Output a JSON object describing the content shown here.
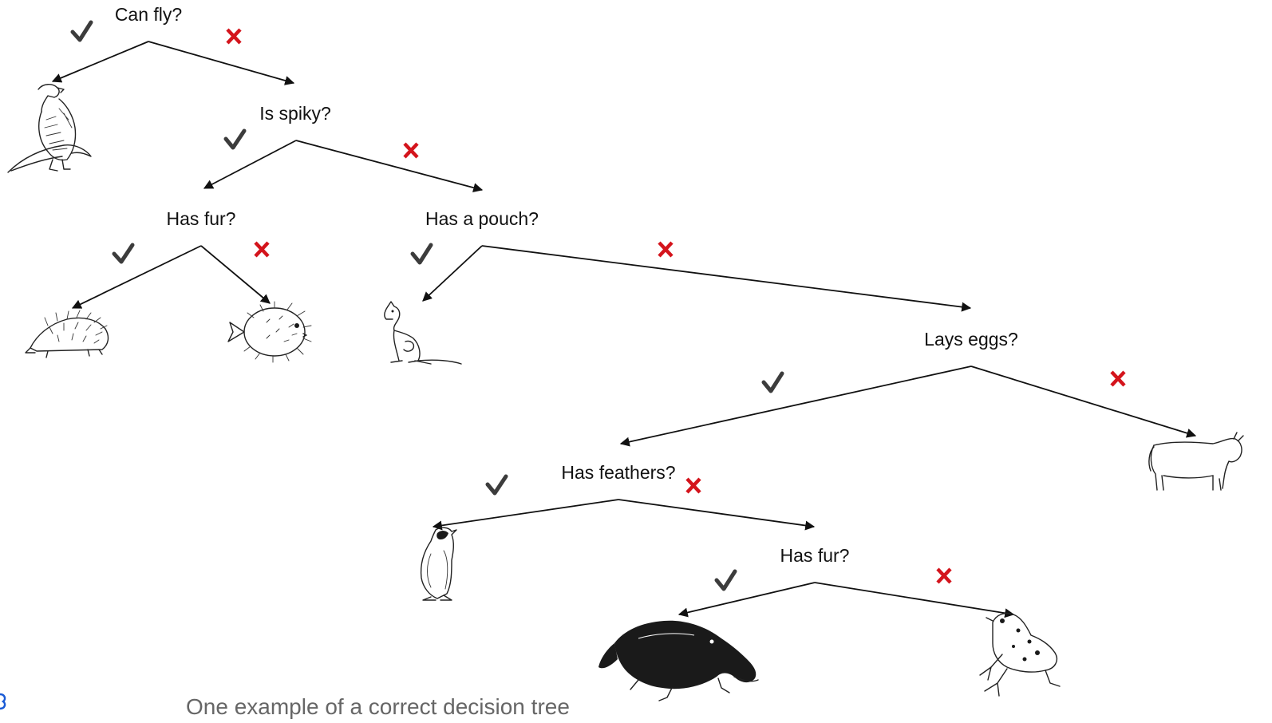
{
  "questions": {
    "root": "Can fly?",
    "spiky": "Is spiky?",
    "fur_spiky": "Has fur?",
    "pouch": "Has a pouch?",
    "eggs": "Lays eggs?",
    "feathers": "Has feathers?",
    "fur_final": "Has fur?"
  },
  "leaves": {
    "eagle": "eagle-icon",
    "echidna": "echidna-icon",
    "pufferfish": "pufferfish-icon",
    "kangaroo": "kangaroo-icon",
    "cow": "cow-icon",
    "penguin": "penguin-icon",
    "platypus": "platypus-icon",
    "frog": "frog-icon"
  },
  "branch_symbols": {
    "yes": "check-icon",
    "no": "cross-icon"
  },
  "colors": {
    "yes": "#3c3c3c",
    "no": "#d4141c",
    "text": "#111111",
    "caption": "#666666"
  },
  "caption": "One example of a correct decision tree"
}
